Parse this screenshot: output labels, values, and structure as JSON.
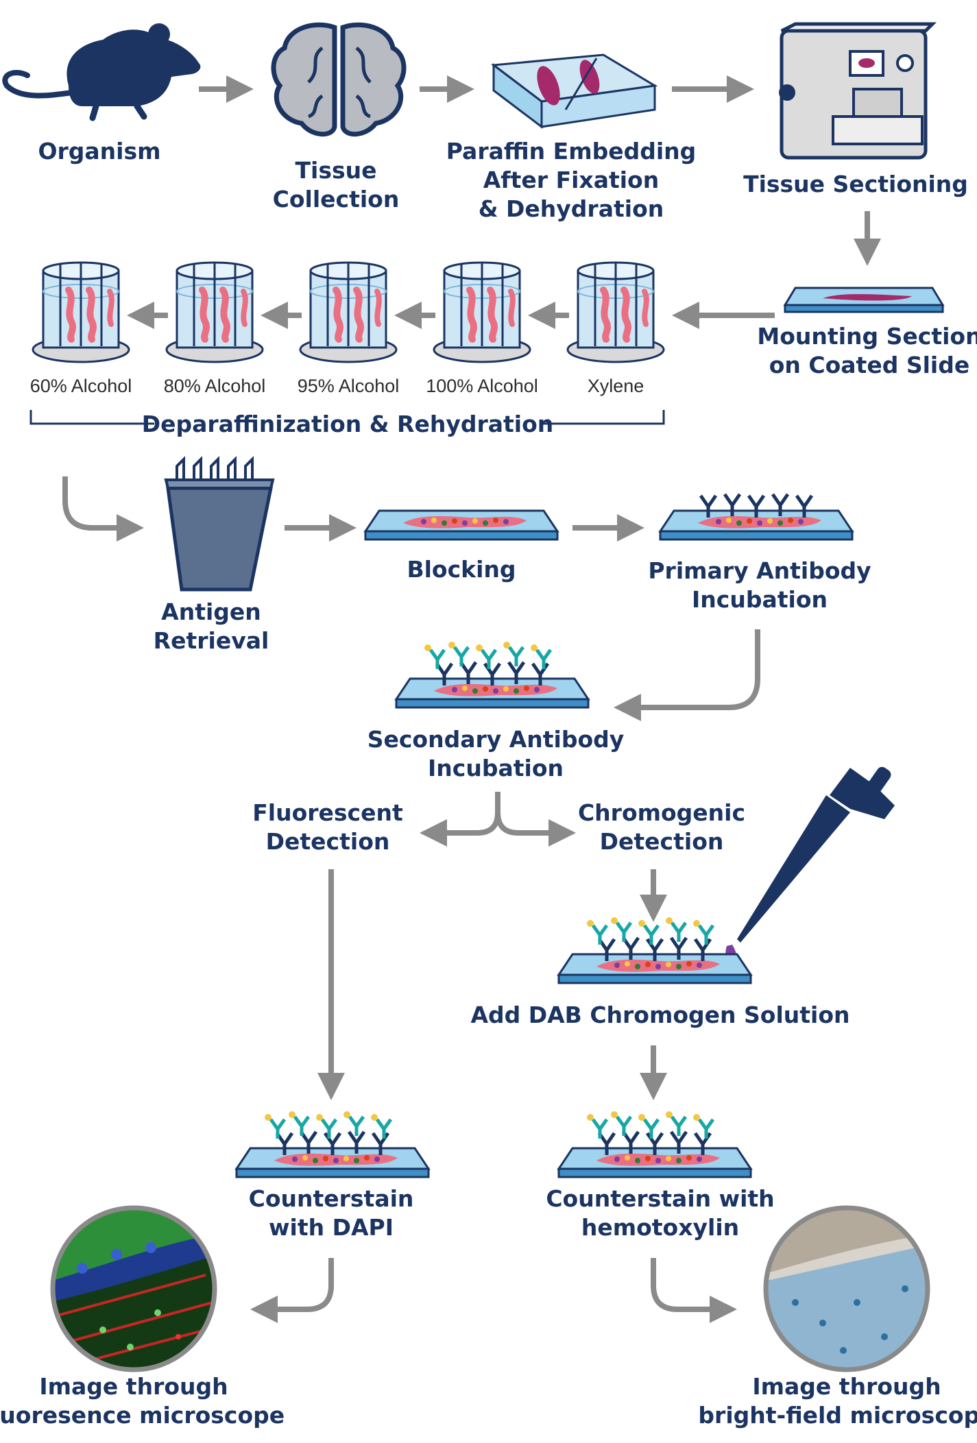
{
  "colors": {
    "navy": "#1b3462",
    "arrow_gray": "#8a8a8a",
    "slide_blue": "#9fd3ee",
    "tissue_pink": "#ea6f83",
    "tissue_purple": "#a52a6b",
    "antibody_teal": "#17a7a5",
    "brain_gray": "#b8bcc2",
    "jar_blue": "#cfe7f5",
    "yellow": "#f2c744"
  },
  "steps": {
    "organism": "Organism",
    "tissue_collection": [
      "Tissue",
      "Collection"
    ],
    "paraffin": [
      "Paraffin Embedding",
      "After Fixation",
      "& Dehydration"
    ],
    "sectioning": "Tissue Sectioning",
    "mounting": [
      "Mounting Section",
      "on Coated Slide"
    ],
    "antigen": [
      "Antigen",
      "Retrieval"
    ],
    "blocking": "Blocking",
    "primary": [
      "Primary Antibody",
      "Incubation"
    ],
    "secondary": [
      "Secondary Antibody",
      "Incubation"
    ],
    "fluorescent": [
      "Fluorescent",
      "Detection"
    ],
    "chromogenic": [
      "Chromogenic",
      "Detection"
    ],
    "dab": "Add DAB Chromogen Solution",
    "counterstain_dapi": [
      "Counterstain",
      "with DAPI"
    ],
    "counterstain_hemo": [
      "Counterstain with",
      "hemotoxylin"
    ],
    "image_fluor": [
      "Image through",
      "fluoresence microscope"
    ],
    "image_bright": [
      "Image through",
      "bright-field microscope"
    ]
  },
  "jars": [
    "60% Alcohol",
    "80% Alcohol",
    "95% Alcohol",
    "100% Alcohol",
    "Xylene"
  ],
  "bracket_label": "Deparaffinization & Rehydration"
}
